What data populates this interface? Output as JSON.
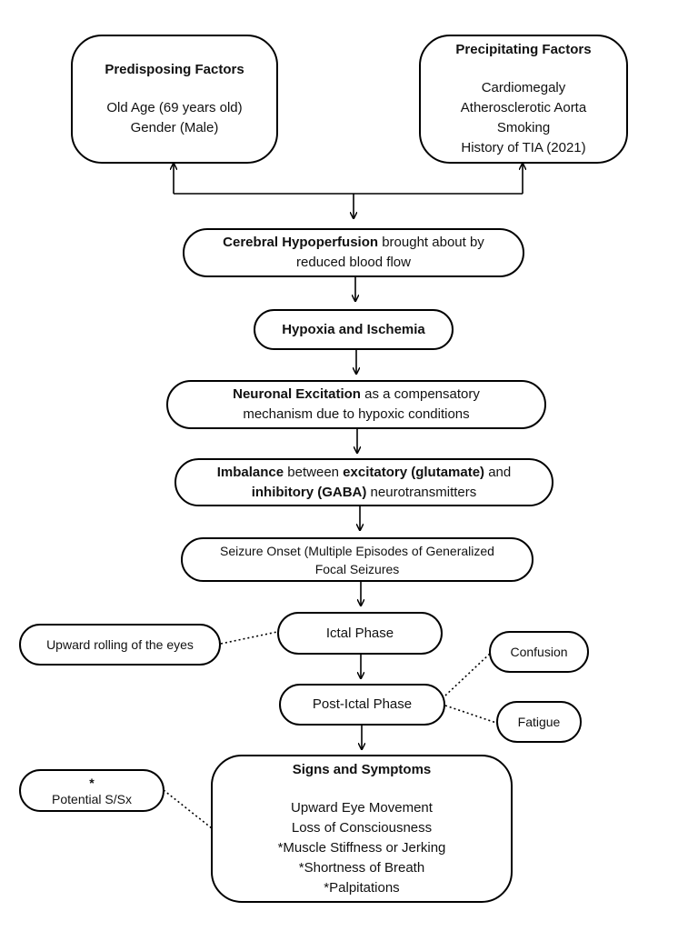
{
  "predisposing": {
    "title": "Predisposing Factors",
    "items": [
      "Old Age (69 years old)",
      "Gender (Male)"
    ]
  },
  "precipitating": {
    "title": "Precipitating Factors",
    "items": [
      "Cardiomegaly",
      "Atherosclerotic Aorta",
      "Smoking",
      "History of TIA (2021)"
    ]
  },
  "hypoperfusion": {
    "bold": "Cerebral Hypoperfusion",
    "rest1": " brought about by",
    "line2": "reduced blood flow"
  },
  "hypoxia": {
    "label": "Hypoxia and Ischemia"
  },
  "excitation": {
    "bold": "Neuronal Excitation",
    "rest1": " as a compensatory",
    "line2": "mechanism due to hypoxic conditions"
  },
  "imbalance": {
    "bold1": "Imbalance",
    "text1": " between ",
    "bold2": "excitatory (glutamate)",
    "text2": " and",
    "bold3": "inhibitory (GABA)",
    "text3": " neurotransmitters"
  },
  "seizure": {
    "line1": "Seizure Onset (Multiple Episodes of Generalized",
    "line2": "Focal Seizures"
  },
  "ictal": {
    "label": "Ictal Phase"
  },
  "upward": {
    "label": "Upward rolling of the eyes"
  },
  "postictal": {
    "label": "Post-Ictal Phase"
  },
  "confusion": {
    "label": "Confusion"
  },
  "fatigue": {
    "label": "Fatigue"
  },
  "signs": {
    "title": "Signs and Symptoms",
    "items": [
      "Upward Eye Movement",
      "Loss of Consciousness",
      "*Muscle Stiffness or Jerking",
      "*Shortness of Breath",
      "*Palpitations"
    ]
  },
  "legend": {
    "star": "*",
    "label": "Potential S/Sx"
  }
}
